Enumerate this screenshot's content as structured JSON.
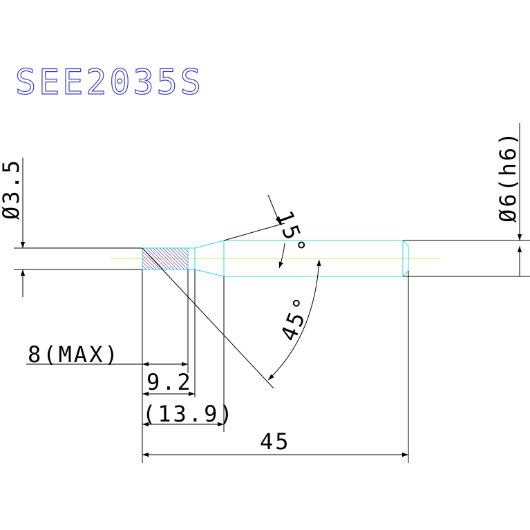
{
  "title": "SEE2035S",
  "dimensions": {
    "d_small": "Ø3.5",
    "d_shank": "Ø6(h6)",
    "angle_tip": "15°",
    "angle_chamfer": "45°",
    "len_max": "8(MAX)",
    "len_92": "9.2",
    "len_139": "(13.9)",
    "len_total": "45"
  },
  "colors": {
    "outline": "#000000",
    "tool_body": "#2fd3e6",
    "centerline": "#f2e04a",
    "hatch": "#6a46c8",
    "title": "#3b3bd0"
  }
}
